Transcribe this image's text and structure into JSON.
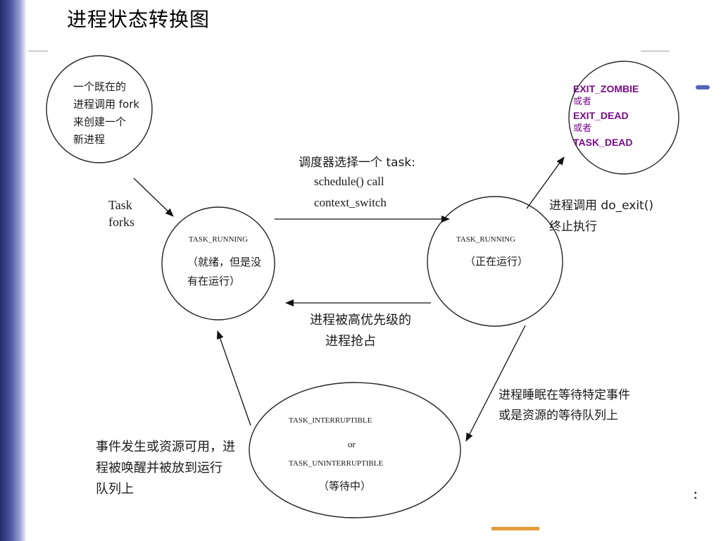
{
  "slide": {
    "title": "进程状态转换图"
  },
  "states": {
    "new_process": [
      "一个既在的",
      "进程调用 fork",
      "来创建一个",
      "新进程"
    ],
    "zombie": [
      "EXIT_ZOMBIE",
      "或者",
      "EXIT_DEAD",
      "或者",
      "TASK_DEAD"
    ],
    "ready": [
      "TASK_RUNNING",
      "（就绪，但是没",
      "有在运行）"
    ],
    "running": [
      "TASK_RUNNING",
      "（正在运行）"
    ],
    "waiting": [
      "TASK_INTERRUPTIBLE",
      "or",
      "TASK_UNINTERRUPTIBLE",
      "（等待中）"
    ]
  },
  "transitions": {
    "fork": [
      "Task",
      "forks"
    ],
    "schedule": [
      "调度器选择一个 task:",
      "schedule() call",
      "context_switch"
    ],
    "preempt": [
      "进程被高优先级的",
      "进程抢占"
    ],
    "exit": [
      "进程调用 do_exit()",
      "终止执行"
    ],
    "sleep": [
      "进程睡眠在等待特定事件",
      "或是资源的等待队列上"
    ],
    "wake": [
      "事件发生或资源可用，进",
      "程被唤醒并被放到运行",
      "队列上"
    ]
  },
  "colors": {
    "zombie_text": "#7a0a8a",
    "sidebar": "#232c6e",
    "accent_bar": "#e79a3c"
  }
}
